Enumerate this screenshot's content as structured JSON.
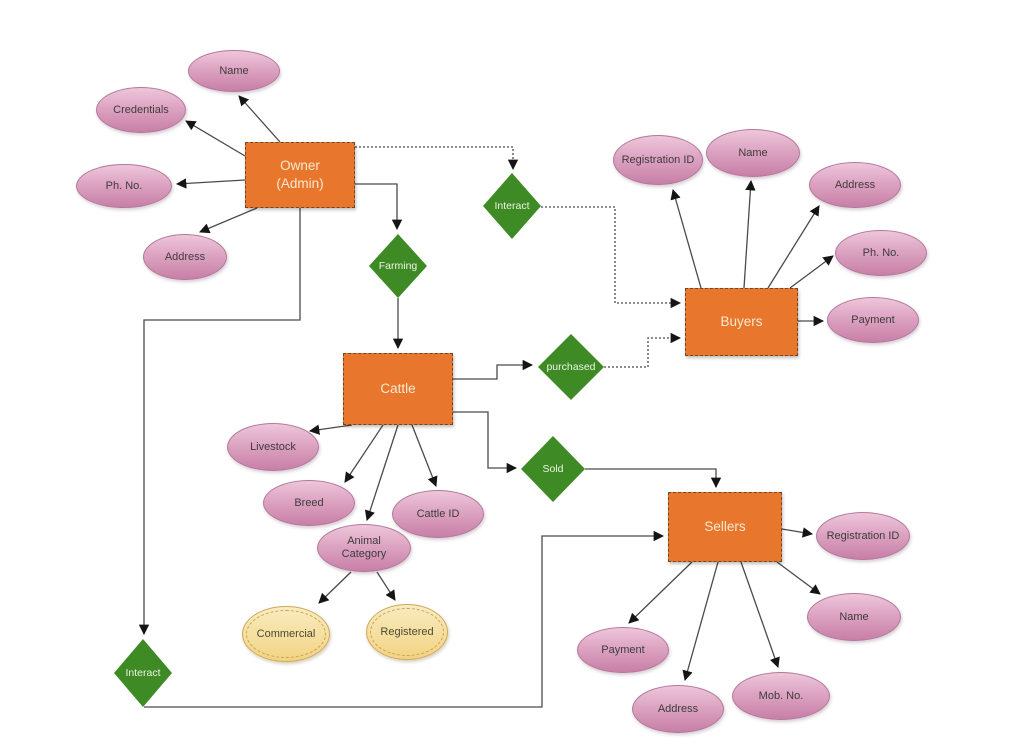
{
  "colors": {
    "entity_fill": "#e8762c",
    "entity_text": "#f7ead0",
    "relationship_fill": "#3e8b26",
    "relationship_text": "#eef3e4",
    "attribute_fill_top": "#eec6da",
    "attribute_fill_bottom": "#c87fa6",
    "attribute_border": "#b2799c",
    "attribute_text": "#3c3c3c",
    "subattribute_fill_top": "#f9ecc0",
    "subattribute_fill_bottom": "#f2d383",
    "subattribute_border": "#cfa85a",
    "connector": "#4a4a4a"
  },
  "entities": {
    "owner": {
      "line1": "Owner",
      "line2": "(Admin)"
    },
    "cattle": "Cattle",
    "buyers": "Buyers",
    "sellers": "Sellers"
  },
  "relationships": {
    "farming": "Farming",
    "interact_top": "Interact",
    "purchased": "purchased",
    "sold": "Sold",
    "interact_bottom": "Interact"
  },
  "attributes": {
    "owner": {
      "name": "Name",
      "credentials": "Credentials",
      "ph_no": "Ph. No.",
      "address": "Address"
    },
    "buyers": {
      "registration_id": "Registration ID",
      "name": "Name",
      "address": "Address",
      "ph_no": "Ph. No.",
      "payment": "Payment"
    },
    "cattle": {
      "livestock": "Livestock",
      "breed": "Breed",
      "cattle_id": "Cattle ID",
      "animal_category": "Animal Category"
    },
    "animal_category_values": {
      "commercial": "Commercial",
      "registered": "Registered"
    },
    "sellers": {
      "registration_id": "Registration ID",
      "name": "Name",
      "payment": "Payment",
      "address": "Address",
      "mob_no": "Mob. No."
    }
  }
}
